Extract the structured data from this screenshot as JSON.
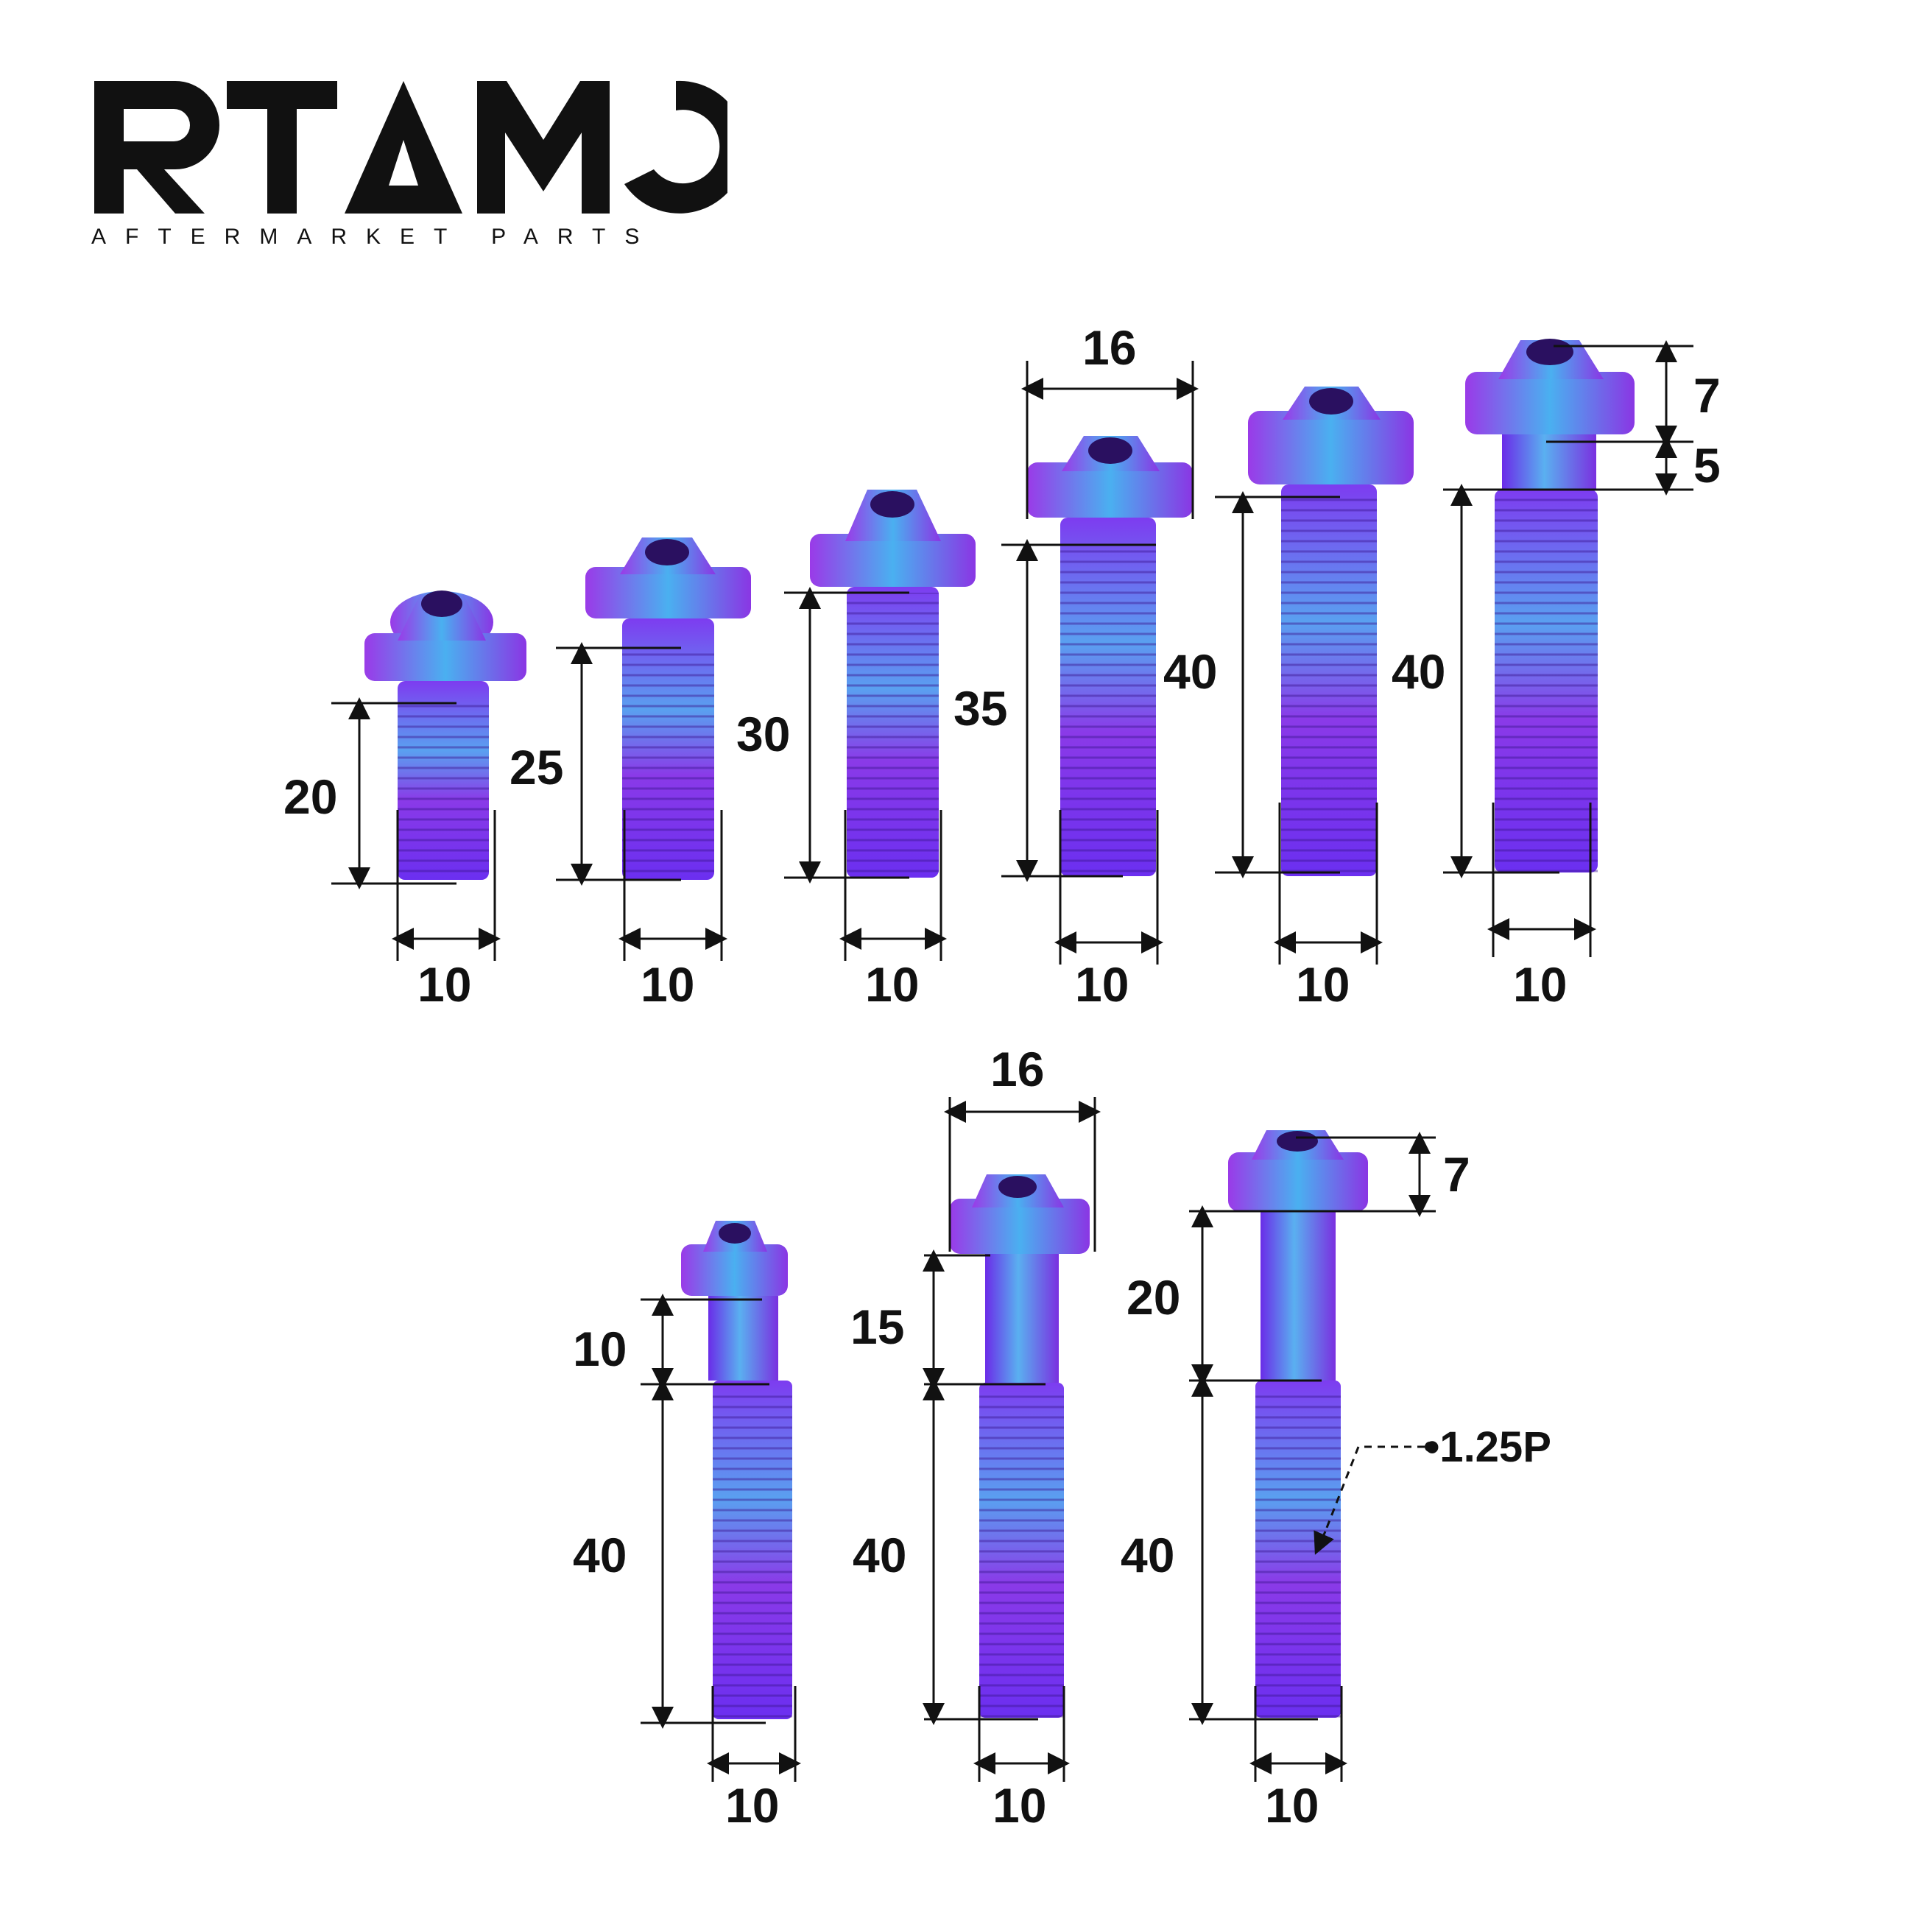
{
  "brand": {
    "name": "RTAMO",
    "tagline": "AFTERMARKET PARTS"
  },
  "colors": {
    "bolt_purple": "#7a2cf0",
    "bolt_blue": "#4aa8f0",
    "bolt_violet": "#b040e0",
    "dimension_line": "#111111"
  },
  "row1": {
    "bolts": [
      {
        "thread_length": "20",
        "diameter": "10"
      },
      {
        "thread_length": "25",
        "diameter": "10"
      },
      {
        "thread_length": "30",
        "diameter": "10"
      },
      {
        "thread_length": "35",
        "diameter": "10",
        "head_diameter": "16"
      },
      {
        "thread_length": "40",
        "diameter": "10"
      },
      {
        "thread_length": "40",
        "diameter": "10",
        "head_height": "7",
        "shank_length": "5"
      }
    ]
  },
  "row2": {
    "bolts": [
      {
        "shank_length": "10",
        "thread_length": "40",
        "diameter": "10"
      },
      {
        "shank_length": "15",
        "thread_length": "40",
        "diameter": "10",
        "head_diameter": "16"
      },
      {
        "shank_length": "20",
        "thread_length": "40",
        "diameter": "10",
        "head_height": "7",
        "thread_pitch": "•1.25P"
      }
    ]
  }
}
